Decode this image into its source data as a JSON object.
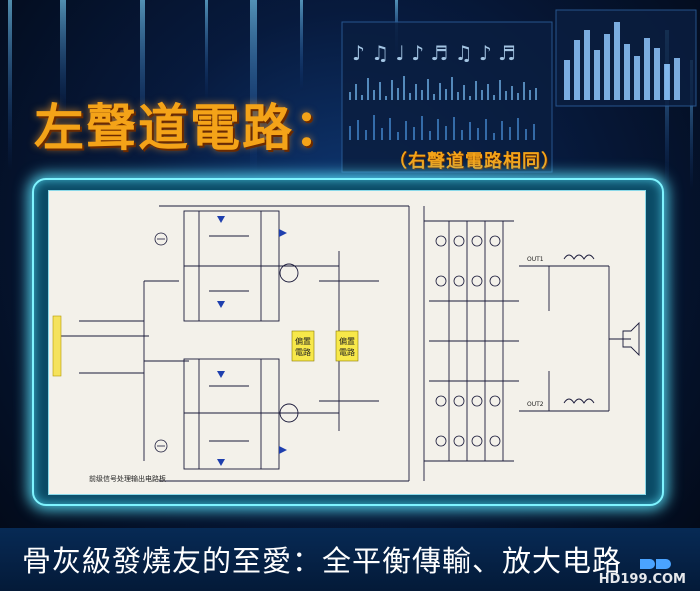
{
  "title": "左聲道電路：",
  "subtitle": "（右聲道電路相同）",
  "caption": "骨灰級發燒友的至愛：全平衡傳輸、放大电路",
  "watermark": "HD199.COM",
  "schematic": {
    "boxes": [
      "偏置",
      "電路",
      "偏置",
      "電路"
    ],
    "out_labels": [
      "OUT1",
      "OUT2"
    ],
    "board_caption": "前级信号处理输出电路板"
  },
  "colors": {
    "title": "#f4a318",
    "glow": "#7ff4ff",
    "caption": "#ffffff"
  }
}
